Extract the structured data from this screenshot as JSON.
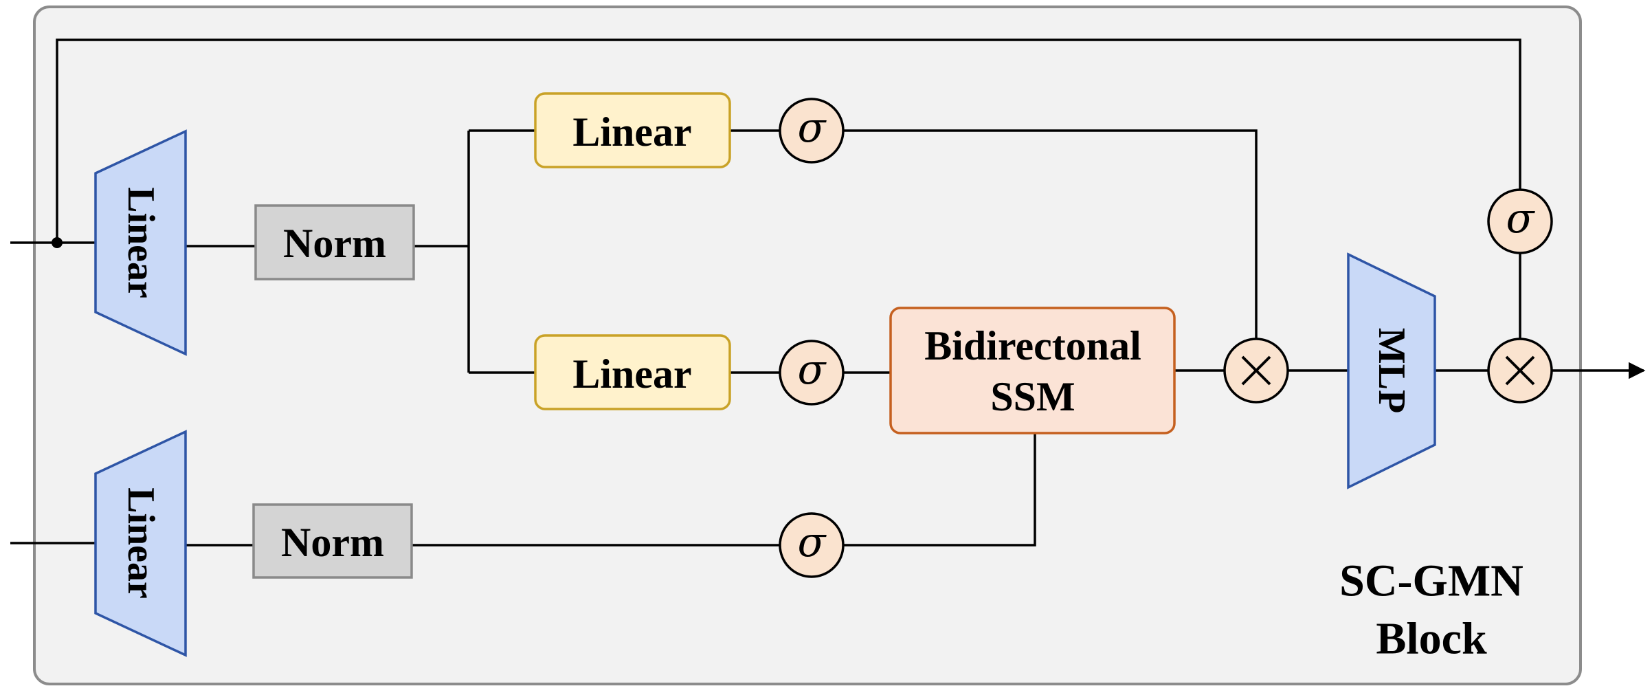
{
  "diagram": {
    "block_title": [
      "SC-GMN",
      "Block"
    ],
    "trapezoids": {
      "linear_top": "Linear",
      "linear_bottom": "Linear",
      "mlp": "MLP"
    },
    "boxes": {
      "norm_top": "Norm",
      "norm_bottom": "Norm",
      "linear_upper": "Linear",
      "linear_lower": "Linear",
      "ssm": [
        "Bidirectonal",
        "SSM"
      ]
    },
    "operators": {
      "sigma": "σ",
      "multiply": "×"
    }
  },
  "colors": {
    "block_bg": "#f2f2f2",
    "block_border": "#8c8c8c",
    "trapezoid_fill": "#c9d9f7",
    "trapezoid_stroke": "#2e55a6",
    "norm_fill": "#d4d4d4",
    "norm_stroke": "#8a8a8a",
    "linear_fill": "#fff2cc",
    "linear_stroke": "#c9a227",
    "ssm_fill": "#fbe3d6",
    "ssm_stroke": "#c5601f",
    "circle_fill": "#fae3cf",
    "line": "#000000"
  }
}
